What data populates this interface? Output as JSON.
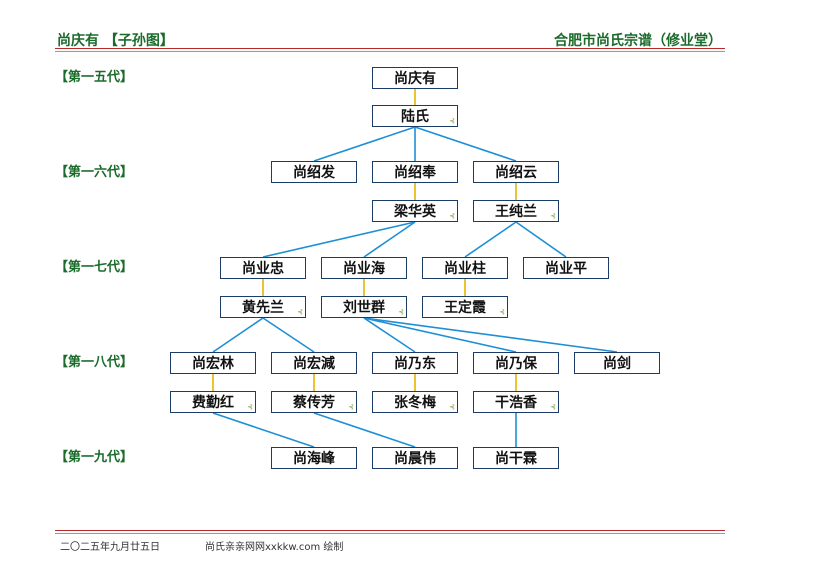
{
  "header": {
    "left": "尚庆有 【子孙图】",
    "right": "合肥市尚氏宗谱（修业堂）"
  },
  "generations": [
    {
      "id": "g15",
      "label": "【第一五代】"
    },
    {
      "id": "g16",
      "label": "【第一六代】"
    },
    {
      "id": "g17",
      "label": "【第一七代】"
    },
    {
      "id": "g18",
      "label": "【第一八代】"
    },
    {
      "id": "g19",
      "label": "【第一九代】"
    }
  ],
  "nodes": {
    "qingyou": {
      "name": "尚庆有"
    },
    "lushi": {
      "name": "陆氏",
      "mark": "⊰"
    },
    "shaofa": {
      "name": "尚绍发"
    },
    "shaofeng": {
      "name": "尚绍奉"
    },
    "shaoyun": {
      "name": "尚绍云"
    },
    "lianghuaying": {
      "name": "梁华英",
      "mark": "⊰"
    },
    "wangchunlan": {
      "name": "王纯兰",
      "mark": "⊰"
    },
    "yezhong": {
      "name": "尚业忠"
    },
    "yehai": {
      "name": "尚业海"
    },
    "yezhu": {
      "name": "尚业柱"
    },
    "yeping": {
      "name": "尚业平"
    },
    "huangxianlan": {
      "name": "黄先兰",
      "mark": "⊰"
    },
    "liushiqun": {
      "name": "刘世群",
      "mark": "⊰"
    },
    "wangdingxia": {
      "name": "王定霞",
      "mark": "⊰"
    },
    "honglin": {
      "name": "尚宏林"
    },
    "hongjian": {
      "name": "尚宏減"
    },
    "naidong": {
      "name": "尚乃东"
    },
    "naibao": {
      "name": "尚乃保"
    },
    "jian": {
      "name": "尚剑"
    },
    "feiqinhong": {
      "name": "费勤红",
      "mark": "⊰"
    },
    "caichuanfang": {
      "name": "蔡传芳",
      "mark": "⊰"
    },
    "zhangdongmei": {
      "name": "张冬梅",
      "mark": "⊰"
    },
    "ganhaoxiang": {
      "name": "干浩香",
      "mark": "⊰"
    },
    "haifeng": {
      "name": "尚海峰"
    },
    "chenwei": {
      "name": "尚晨伟"
    },
    "ganlin": {
      "name": "尚干霖"
    }
  },
  "spouse_links": [
    [
      "qingyou",
      "lushi"
    ],
    [
      "shaofeng",
      "lianghuaying"
    ],
    [
      "shaoyun",
      "wangchunlan"
    ],
    [
      "yezhong",
      "huangxianlan"
    ],
    [
      "yehai",
      "liushiqun"
    ],
    [
      "yezhu",
      "wangdingxia"
    ],
    [
      "honglin",
      "feiqinhong"
    ],
    [
      "hongjian",
      "caichuanfang"
    ],
    [
      "naidong",
      "zhangdongmei"
    ],
    [
      "naibao",
      "ganhaoxiang"
    ]
  ],
  "child_links": [
    [
      "lushi",
      "shaofa"
    ],
    [
      "lushi",
      "shaofeng"
    ],
    [
      "lushi",
      "shaoyun"
    ],
    [
      "lianghuaying",
      "yezhong"
    ],
    [
      "lianghuaying",
      "yehai"
    ],
    [
      "wangchunlan",
      "yezhu"
    ],
    [
      "wangchunlan",
      "yeping"
    ],
    [
      "huangxianlan",
      "honglin"
    ],
    [
      "huangxianlan",
      "hongjian"
    ],
    [
      "liushiqun",
      "naidong"
    ],
    [
      "liushiqun",
      "naibao"
    ],
    [
      "liushiqun",
      "jian"
    ],
    [
      "feiqinhong",
      "haifeng"
    ],
    [
      "caichuanfang",
      "chenwei"
    ],
    [
      "ganhaoxiang",
      "ganlin"
    ]
  ],
  "colors": {
    "header_text": "#1b6b2a",
    "rule_red": "#b52a2a",
    "box_border": "#1a3c66",
    "spouse_line": "#e8b400",
    "child_line": "#1e8fd6"
  },
  "footer": {
    "date": "二〇二五年九月廿五日",
    "credit": "尚氏亲亲网网xxkkw.com 绘制"
  }
}
